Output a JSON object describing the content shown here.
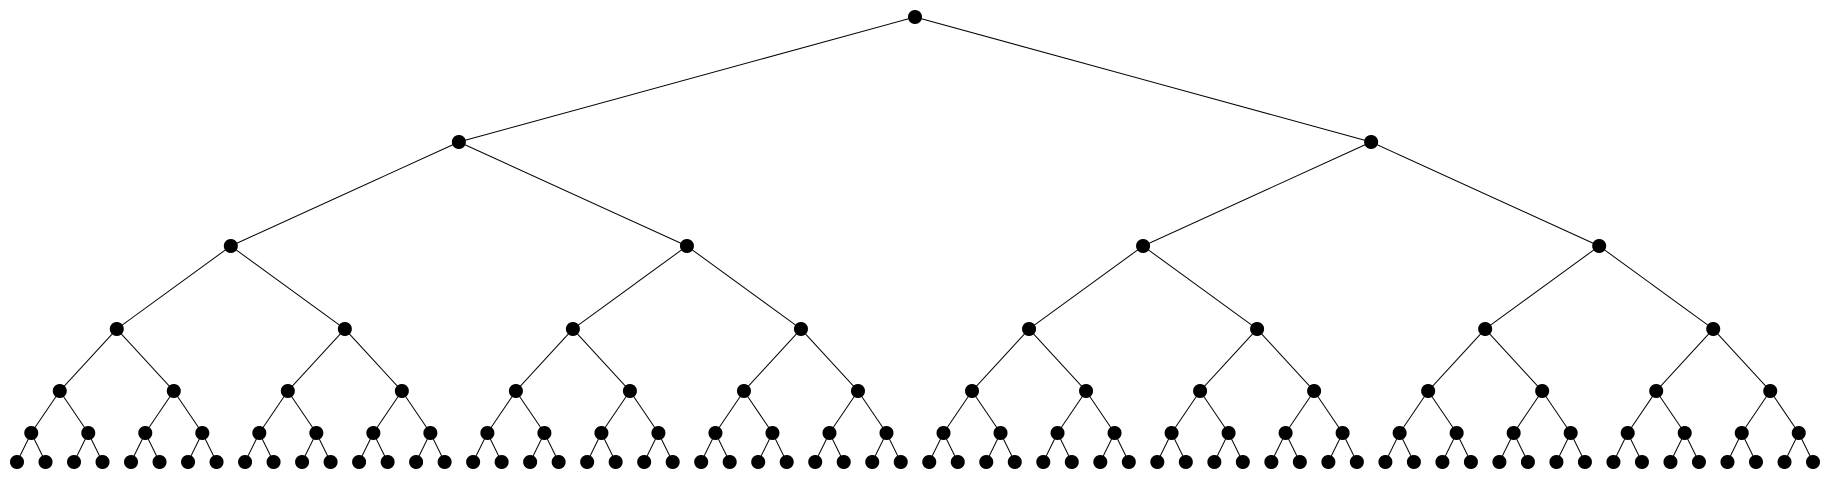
{
  "diagram": {
    "type": "complete-binary-tree",
    "depth_levels": 7,
    "branching_factor": 2,
    "colors": {
      "node": "#000000",
      "edge": "#000000",
      "background": "#ffffff"
    }
  }
}
